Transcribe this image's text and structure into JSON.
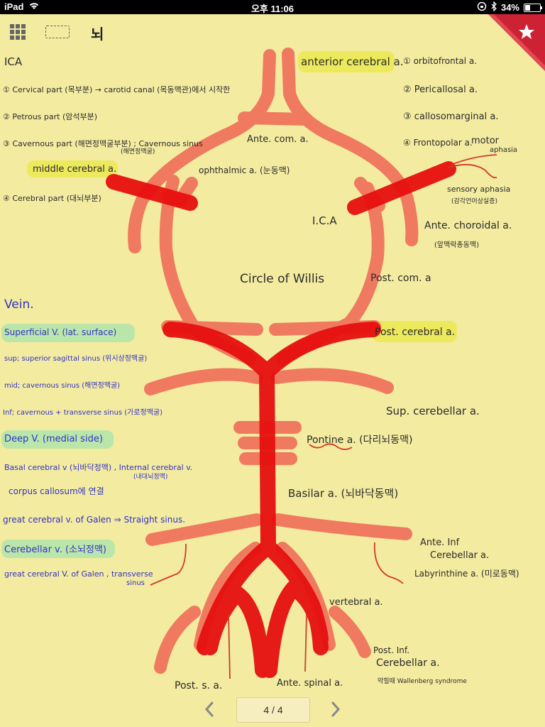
{
  "status_bar": {
    "device": "iPad",
    "time": "오후 11:06",
    "battery": "34%",
    "battery_level": 0.34
  },
  "toolbar": {
    "note_title": "뇌"
  },
  "pager": {
    "page_label": "4 / 4"
  },
  "note": {
    "ica_heading": "ICA",
    "ica_parts": [
      "① Cervical part (목부분) → carotid canal (목동맥관)에서 시작한",
      "② Petrous part (암석부분)",
      "③ Cavernous part (해면정맥굴부분) ; Cavernous sinus",
      "(해면정맥굴)",
      "middle cerebral a.",
      "④ Cerebral part (대뇌부분)"
    ],
    "artery_labels": {
      "anterior_cerebral": "anterior cerebral a.",
      "orbitofrontal": "① orbitofrontal a.",
      "pericallosal": "② Pericallosal a.",
      "callosomarginal": "③ callosomarginal a.",
      "frontopolar": "④ Frontopolar a.",
      "motor": "motor",
      "aphasia": "aphasia",
      "sensory_aphasia": "sensory aphasia",
      "sensory_aphasia_kr": "(감각언어상실증)",
      "ante_com": "Ante. com. a.",
      "ophthalmic": "ophthalmic a. (눈동맥)",
      "ica_center": "I.C.A",
      "ante_choroidal": "Ante. choroidal a.",
      "ante_choroidal_kr": "(앞맥락총동맥)",
      "circle_of_willis": "Circle of Willis",
      "post_com": "Post. com. a",
      "post_cerebral": "Post. cerebral a.",
      "sup_cerebellar": "Sup. cerebellar a.",
      "pontine": "Pontine a. (다리뇌동맥)",
      "basilar": "Basilar a. (뇌바닥동맥)",
      "ante_inf_1": "Ante. Inf",
      "ante_inf_2": "Cerebellar a.",
      "labyrinthine": "Labyrinthine a. (미로동맥)",
      "vertebral": "vertebral a.",
      "post_inf_1": "Post. Inf.",
      "post_inf_2": "Cerebellar a.",
      "wallenberg": "막힐때 Wallenberg syndrome",
      "post_sa": "Post. s. a.",
      "ante_spinal": "Ante. spinal a."
    },
    "vein_heading": "Vein.",
    "vein_lines": [
      "Superficial V. (lat. surface)",
      "sup; superior sagittal sinus (위시상정맥굴)",
      "mid; cavernous sinus (해면정맥굴)",
      "Inf; cavernous + transverse sinus (가로정맥굴)",
      "Deep V. (medial side)",
      "Basal cerebral v (뇌바닥정맥) , Internal cerebral v.",
      "(내대뇌정맥)",
      "corpus callosum에 연결",
      "great cerebral v. of Galen ⇒ Straight sinus.",
      "Cerebellar v. (소뇌정맥)",
      "great cerebral V. of Galen , transverse",
      "sinus"
    ]
  },
  "colors": {
    "paper": "#f3eba0",
    "vessel_light": "#f06e5a",
    "vessel_dark": "#e60f0f",
    "highlight_yellow": "#eaea50",
    "highlight_green": "#b4e6aa",
    "ink_blue": "#3232c8",
    "ribbon_red": "#cc2233"
  },
  "icons": {
    "grid": "grid-icon",
    "note": "note-icon",
    "favorite": "star-icon",
    "prev": "chevron-left-icon",
    "next": "chevron-right-icon"
  }
}
